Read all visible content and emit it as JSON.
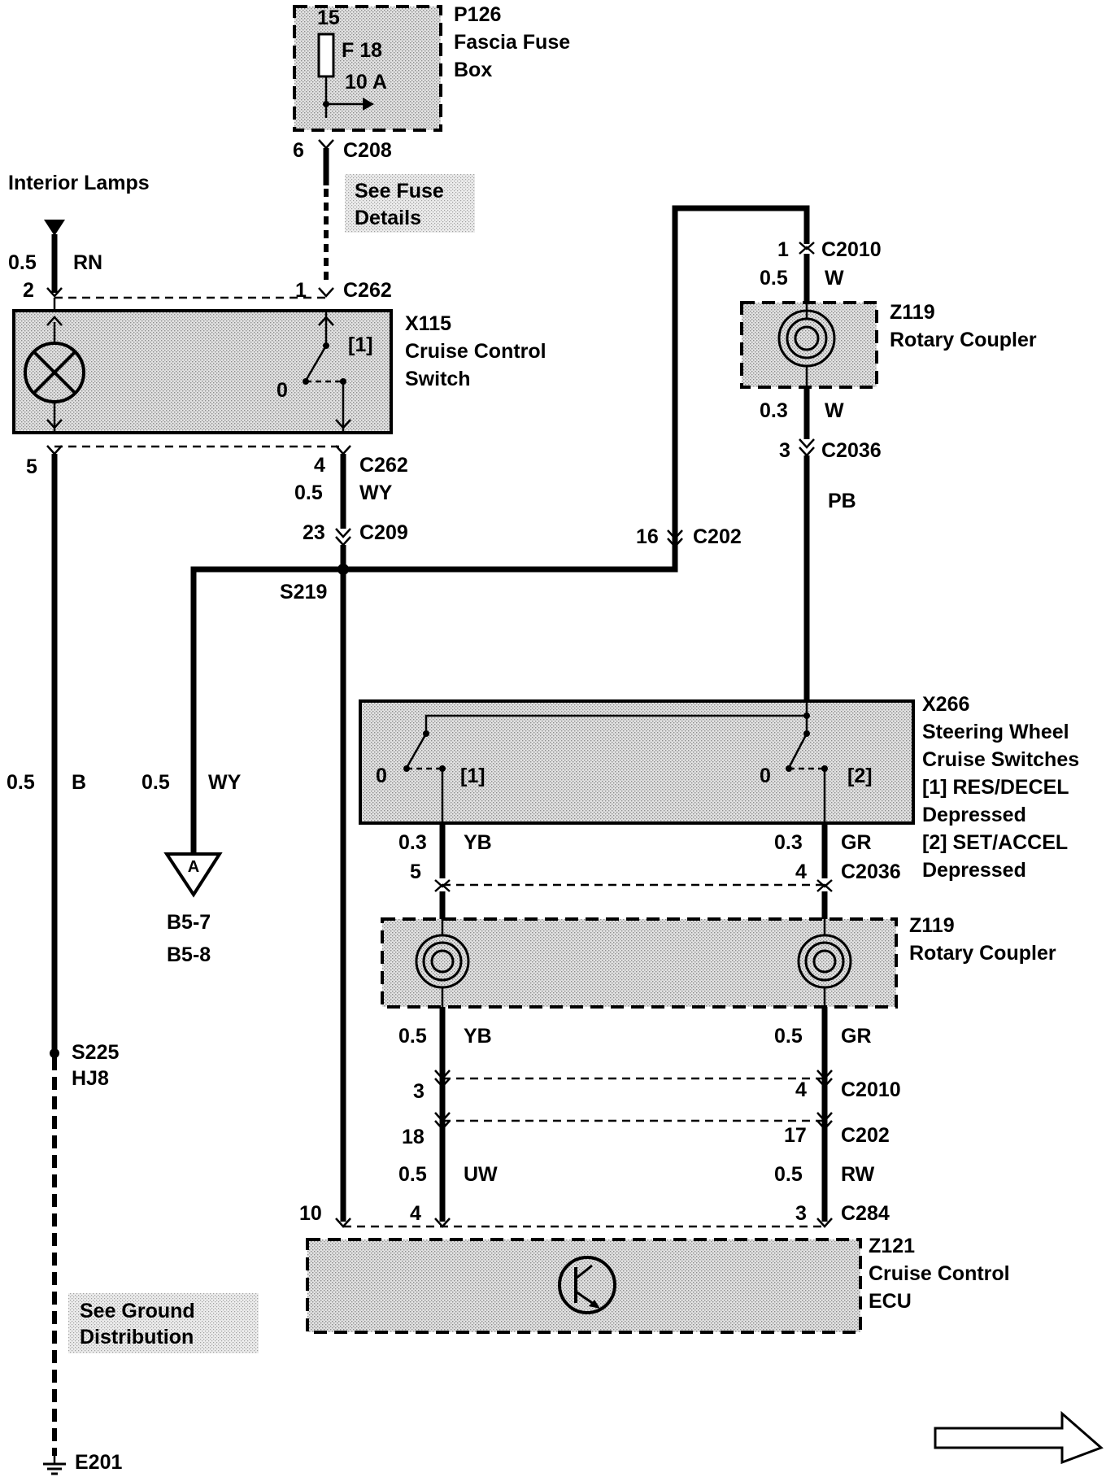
{
  "fuse_box": {
    "id": "P126",
    "name_line1": "Fascia Fuse",
    "name_line2": "Box",
    "pin": "15",
    "fuse": "F 18",
    "rating": "10 A"
  },
  "connectors": {
    "c208": {
      "pin": "6",
      "name": "C208"
    },
    "c262_top_left": "2",
    "c262_top_right": {
      "pin": "1",
      "name": "C262"
    },
    "c262_bot_left": "5",
    "c262_bot_right": {
      "pin": "4",
      "name": "C262"
    },
    "c209": {
      "pin": "23",
      "name": "C209"
    },
    "c202_top": {
      "pin": "16",
      "name": "C202"
    },
    "c2010_top": {
      "pin": "1",
      "name": "C2010"
    },
    "c2036_top": {
      "pin": "3",
      "name": "C2036"
    },
    "c2036_bot": {
      "pin_left": "5",
      "pin_right": "4",
      "name": "C2036"
    },
    "c2010_bot": {
      "pin_left": "3",
      "pin_right": "4",
      "name": "C2010"
    },
    "c202_bot": {
      "pin_left": "18",
      "pin_right": "17",
      "name": "C202"
    },
    "c284": {
      "pin_far": "10",
      "pin_left": "4",
      "pin_right": "3",
      "name": "C284"
    }
  },
  "notes": {
    "fuse_details_line1": "See Fuse",
    "fuse_details_line2": "Details",
    "ground_line1": "See Ground",
    "ground_line2": "Distribution"
  },
  "interior_lamps": "Interior Lamps",
  "wires": {
    "rn": {
      "size": "0.5",
      "color": "RN"
    },
    "wy_top": {
      "size": "0.5",
      "color": "WY"
    },
    "b": {
      "size": "0.5",
      "color": "B"
    },
    "wy_branch": {
      "size": "0.5",
      "color": "WY"
    },
    "w_top": {
      "size": "0.5",
      "color": "W"
    },
    "w_mid": {
      "size": "0.3",
      "color": "W"
    },
    "pb": {
      "color": "PB"
    },
    "yb_1": {
      "size": "0.3",
      "color": "YB"
    },
    "gr_1": {
      "size": "0.3",
      "color": "GR"
    },
    "yb_2": {
      "size": "0.5",
      "color": "YB"
    },
    "gr_2": {
      "size": "0.5",
      "color": "GR"
    },
    "uw": {
      "size": "0.5",
      "color": "UW"
    },
    "rw": {
      "size": "0.5",
      "color": "RW"
    }
  },
  "components": {
    "x115": {
      "id": "X115",
      "line1": "Cruise Control",
      "line2": "Switch",
      "pos_0": "0",
      "pos_1": "[1]"
    },
    "z119_top": {
      "id": "Z119",
      "name": "Rotary Coupler"
    },
    "x266": {
      "id": "X266",
      "line1": "Steering Wheel",
      "line2": "Cruise Switches",
      "desc1a": "[1]  RES/DECEL",
      "desc1b": "Depressed",
      "desc2a": "[2]  SET/ACCEL",
      "desc2b": "Depressed",
      "sw1_0": "0",
      "sw1_label": "[1]",
      "sw2_0": "0",
      "sw2_label": "[2]"
    },
    "z119_bot": {
      "id": "Z119",
      "name": "Rotary Coupler"
    },
    "z121": {
      "id": "Z121",
      "line1": "Cruise Control",
      "line2": "ECU"
    }
  },
  "splices": {
    "s219": "S219",
    "s225": "S225",
    "hj8": "HJ8"
  },
  "offpage": {
    "letter": "A",
    "ref1": "B5-7",
    "ref2": "B5-8"
  },
  "ground": "E201",
  "icons": {
    "lamp": "lamp-icon",
    "transistor": "transistor-icon",
    "ground": "ground-icon",
    "next": "next-page-arrow-icon"
  }
}
